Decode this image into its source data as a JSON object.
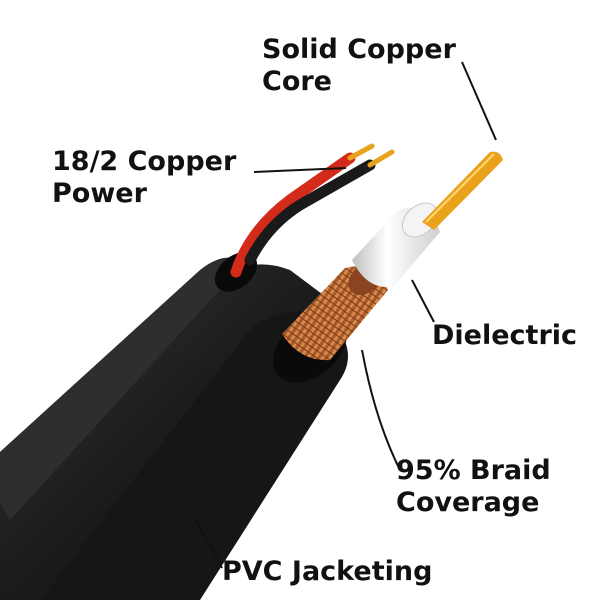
{
  "labels": {
    "solid_copper_core": [
      "Solid Copper",
      "Core"
    ],
    "copper_power": [
      "18/2 Copper",
      "Power"
    ],
    "dielectric": [
      "Dielectric"
    ],
    "braid_coverage": [
      "95% Braid",
      "Coverage"
    ],
    "pvc_jacketing": [
      "PVC Jacketing"
    ]
  },
  "colors": {
    "jacket": "#1e1e1e",
    "copper": "#e8a21c",
    "braid": "#b8632c",
    "dielectric": "#eeeeee",
    "red_wire": "#d42a1a",
    "leader": "#111111"
  }
}
